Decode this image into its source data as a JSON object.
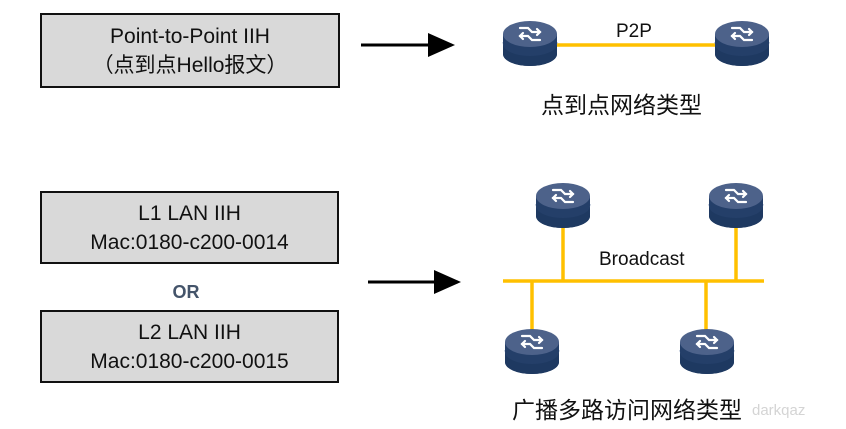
{
  "packets": {
    "p2p": {
      "line1": "Point-to-Point IIH",
      "line2": "（点到点Hello报文）"
    },
    "l1": {
      "line1": "L1 LAN IIH",
      "line2": "Mac:0180-c200-0014"
    },
    "or_label": "OR",
    "l2": {
      "line1": "L2 LAN IIH",
      "line2": "Mac:0180-c200-0015"
    }
  },
  "networks": {
    "p2p": {
      "link_label": "P2P",
      "caption": "点到点网络类型",
      "routers": 2
    },
    "broadcast": {
      "link_label": "Broadcast",
      "caption": "广播多路访问网络类型",
      "routers": 4
    }
  },
  "colors": {
    "link": "#ffc000",
    "router_top": "#4d628a",
    "router_side": "#1e3961",
    "box_fill": "#d9d9d9",
    "or_text": "#44546a"
  },
  "icons": {
    "router": "router-icon",
    "arrow": "arrow-right-icon"
  },
  "watermark": "darkqaz"
}
